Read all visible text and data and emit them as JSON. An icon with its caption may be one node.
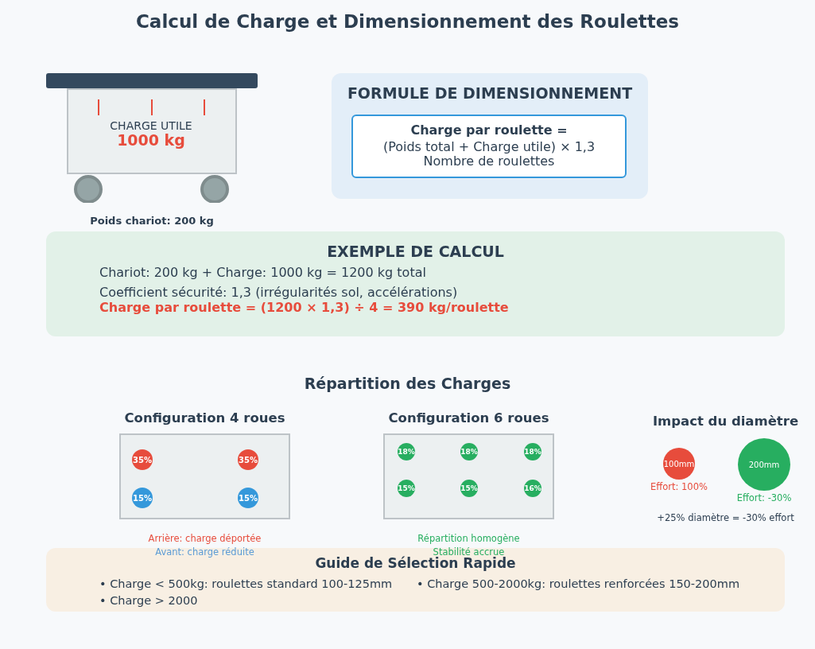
{
  "diagram": {
    "title": "Calcul de Charge et Dimensionnement des Roulettes",
    "nodes": [
      {
        "text": [
          "CHARGE UTILE",
          "1000 kg"
        ]
      },
      {
        "text": [
          "FORMULE DE DIMENSIONNEMENT"
        ]
      },
      {
        "text": [
          "Charge par roulette =",
          "(Poids total + Charge utile) × 1,3",
          "Nombre de roulettes"
        ],
        "in": 1
      },
      {
        "text": [
          "EXEMPLE DE CALCUL",
          "Chariot: 200 kg + Charge: 1000 kg = 1200 kg total",
          "Coefficient sécurité: 1,3 (irrégularités sol, accélérations)",
          "Charge par roulette = (1200 × 1,3) ÷ 4 = 390 kg/roulette"
        ]
      },
      {
        "text": [
          "Configuration 4 roues"
        ]
      },
      {
        "text": [
          "35%"
        ],
        "in": 4
      },
      {
        "text": [
          "35%"
        ],
        "in": 4
      },
      {
        "text": [
          "15%"
        ],
        "in": 4
      },
      {
        "text": [
          "15%"
        ],
        "in": 4
      },
      {
        "text": [
          "Configuration 6 roues"
        ]
      },
      {
        "text": [
          "18%"
        ],
        "in": 9
      },
      {
        "text": [
          "18%"
        ],
        "in": 9
      },
      {
        "text": [
          "18%"
        ],
        "in": 9
      },
      {
        "text": [
          "15%"
        ],
        "in": 9
      },
      {
        "text": [
          "15%"
        ],
        "in": 9
      },
      {
        "text": [
          "16%"
        ],
        "in": 9
      },
      {
        "text": [
          "100mm"
        ]
      },
      {
        "text": [
          "200mm"
        ]
      },
      {
        "text": [
          "Guide de Sélection Rapide",
          "• Charge < 500kg: roulettes standard 100-125mm",
          "• Charge 500-2000kg: roulettes renforcées 150-200mm",
          "• Charge > 2000"
        ]
      }
    ],
    "labels": [
      "Poids chariot: 200 kg",
      "Répartition des Charges",
      "Impact du diamètre",
      "Effort: 100%",
      "Effort: -30%",
      "+25% diamètre = -30% effort",
      "Arrière: charge déportée",
      "Répartition homogène",
      "Avant: charge réduite",
      "Stabilité accrue"
    ]
  }
}
